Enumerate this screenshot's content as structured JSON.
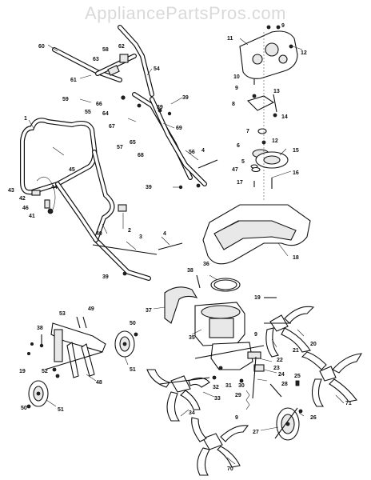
{
  "watermark": "AppliancePartsPros.com",
  "callouts": [
    "1",
    "2",
    "3",
    "4",
    "4",
    "5",
    "6",
    "7",
    "8",
    "9",
    "9",
    "9",
    "9",
    "10",
    "11",
    "12",
    "12",
    "13",
    "14",
    "15",
    "16",
    "17",
    "18",
    "19",
    "19",
    "20",
    "21",
    "22",
    "23",
    "24",
    "25",
    "26",
    "27",
    "28",
    "29",
    "30",
    "31",
    "32",
    "33",
    "34",
    "35",
    "36",
    "37",
    "38",
    "38",
    "39",
    "39",
    "39",
    "39",
    "40",
    "41",
    "42",
    "43",
    "44",
    "45",
    "46",
    "47",
    "48",
    "49",
    "50",
    "50",
    "51",
    "51",
    "52",
    "53",
    "54",
    "55",
    "56",
    "57",
    "58",
    "59",
    "60",
    "61",
    "62",
    "63",
    "64",
    "65",
    "66",
    "67",
    "68",
    "69",
    "70",
    "71"
  ]
}
